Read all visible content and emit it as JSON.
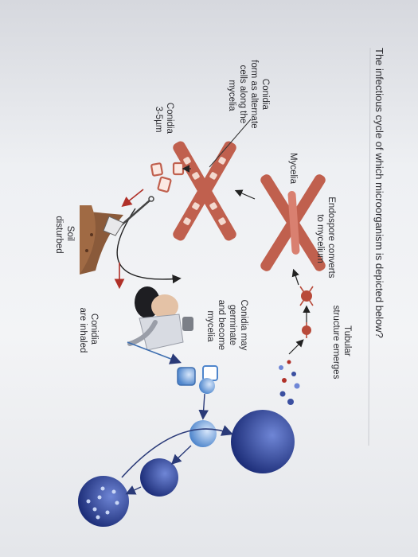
{
  "question": "The infectious cycle of which microorganism is depicted below?",
  "labels": {
    "tubular": [
      "Tubular",
      "structure emerges"
    ],
    "endospore": [
      "Endospore converts",
      "to mycelium"
    ],
    "mycelia": "Mycelia",
    "conidia_form": [
      "Conidia",
      "form as alternate",
      "cells along the",
      "mycelia"
    ],
    "conidia_size": [
      "Conidia",
      "3-5µm"
    ],
    "soil": [
      "Soil",
      "disturbed"
    ],
    "germinate": [
      "Conidia may",
      "germinate",
      "and become",
      "mycelia"
    ],
    "inhaled": [
      "Conidia",
      "are inhaled"
    ]
  },
  "colors": {
    "hypha": "#c0604e",
    "spherule": "#3a4fa0",
    "conidium": "#5b8fd0",
    "soil": "#8a5a3a",
    "arrow": "#b03028",
    "cycle_arrow": "#2a3a78"
  }
}
